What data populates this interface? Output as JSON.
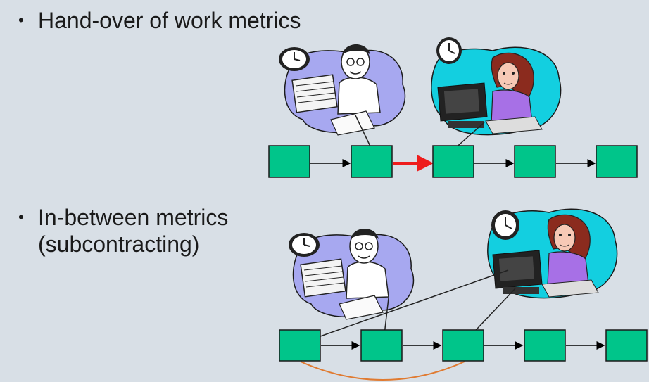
{
  "bullets": [
    {
      "text": "Hand-over of work metrics"
    },
    {
      "line1": "In-between metrics",
      "line2": "(subcontracting)"
    }
  ],
  "colors": {
    "background": "#d8dfe6",
    "activity_box": "#00c58a",
    "handover_arrow": "#ee1c1c",
    "subcontract_arc": "#e07a30",
    "cloud_blue": "#a7a8f0",
    "cloud_cyan": "#13cfe0",
    "clerk_shirt": "#a770e6"
  },
  "icons": {
    "clerk": "man-with-paperwork-clipart",
    "operator": "woman-at-computer-clipart",
    "clock": "wall-clock-icon"
  }
}
